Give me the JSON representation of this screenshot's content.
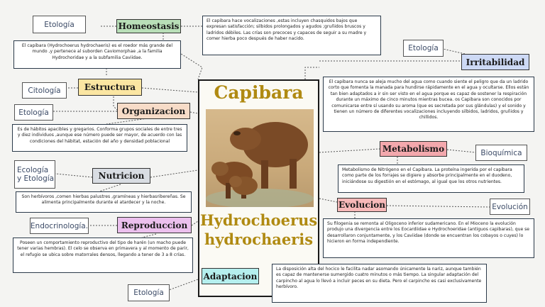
{
  "center": {
    "title": "Capibara",
    "sci1": "Hydrochoerus",
    "sci2": "hydrochaeris"
  },
  "colors": {
    "title": "#b08a12",
    "homeostasis": "#b9dfb8",
    "estructura": "#fbe6a2",
    "organizacion": "#f7dcc8",
    "nutricion": "#d9dde3",
    "reproduccion": "#ecc0ee",
    "adaptacion": "#b5efee",
    "irritabilidad": "#cdd9f5",
    "metabolismo": "#f3a8ad",
    "evolucion": "#f7b9b9"
  },
  "nodes": {
    "homeostasis": "Homeostasis",
    "estructura": "Estructura",
    "organizacion": "Organizacion",
    "nutricion": "Nutricion",
    "reproduccion": "Reproduccion",
    "adaptacion": "Adaptacion",
    "irritabilidad": "Irritabilidad",
    "metabolismo": "Metabolismo",
    "evolucion": "Evolucion"
  },
  "tags": {
    "etologia_top": "Etología",
    "citologia": "Citología",
    "etologia_left": "Etología",
    "ecologia": "Ecología y Etología",
    "endocrinologia": "Endocrinología.",
    "etologia_bottom": "Etología",
    "etologia_right": "Etología",
    "bioquimica": "Bioquímica",
    "evolucion_tag": "Evolución"
  },
  "texts": {
    "homeostasis": "El capibara hace vocalizaciones ,estas incluyen chasquidos bajos que expresan satisfacción; silbidos prolongados y agudos ;gruñidos bruscos y ladridos débiles. Las crías son precoces y capaces de seguir a su madre y comer hierba poco después de haber nacido.",
    "estructura": "El capibara (Hydrochoerus hydrochaeris) es el roedor más grande del mundo ,y pertenece al suborden Caviomorphae ,a la familia Hydrochoridae y a la subfamilia Caviidae.",
    "organizacion": "Es de hábitos apacibles y gregarios. Conforma grupos sociales de entre tres y diez individuos ,aunque ese número puede ser mayor, de acuerdo con las condiciones del hábitat, estación del año y densidad poblacional",
    "nutricion": "Son herbívoros ,comen hierbas palustres ,gramíneas y hierbasribereñas. Se alimenta principalmente durante el atardecer y la noche.",
    "reproduccion": "Poseen un comportamiento reproductivo del tipo de harén (un macho puede tener varias hembras). El celo se observa en primavera y al momento de parir, el refugio se ubica sobre matorrales densos, llegando a tener de 3 a 8 crías.",
    "adaptacion": "La disposición alta del hocico le facilita nadar asomando únicamente la nariz, aunque también es capaz de mantenerse sumergido cuatro minutos o más tiempo. La singular adaptación del carpincho al agua lo llevó a incluir peces en su dieta. Pero el carpincho es casi exclusivamente herbívoro.",
    "irritabilidad": "El capibara nunca se aleja mucho del agua como cuando siente el peligro que da un ladrido corto que fomenta la manada para hundirse rápidamente en el agua y ocultarse. Ellos están tan bien adaptados a ir sin ser visto en el agua porque es capaz de sostener la respiración durante un máximo de cinco minutos mientras bucea. os Capibara son conocidos por comunicarse entre sí usando su aroma (que es secretada por sus glándulas) y el sonido y tienen un número de diferentes vocalizaciones incluyendo silbidos, ladridos, gruñidos y chillidos.",
    "metabolismo": "Metabolismo de Nitrógeno en el Capibara. La proteína ingerida por el capibara como parte de los forrajes se digiere y absorbe principalmente en el duodeno, iniciándose su digestión en el estómago, al igual que los otros nutrientes.",
    "evolucion": "Su filogenia se remonta al Oligoceno inferior sudamericano. En el Mioceno la evolución produjo una divergencia entre los Eocardiidae e Hydrochoeridae (antiguos capibaras), que se desarrollaron conjuntamente, y los Caviidae (donde se encuentran los cobayos o cuyes) lo hicieron en forma independiente."
  }
}
